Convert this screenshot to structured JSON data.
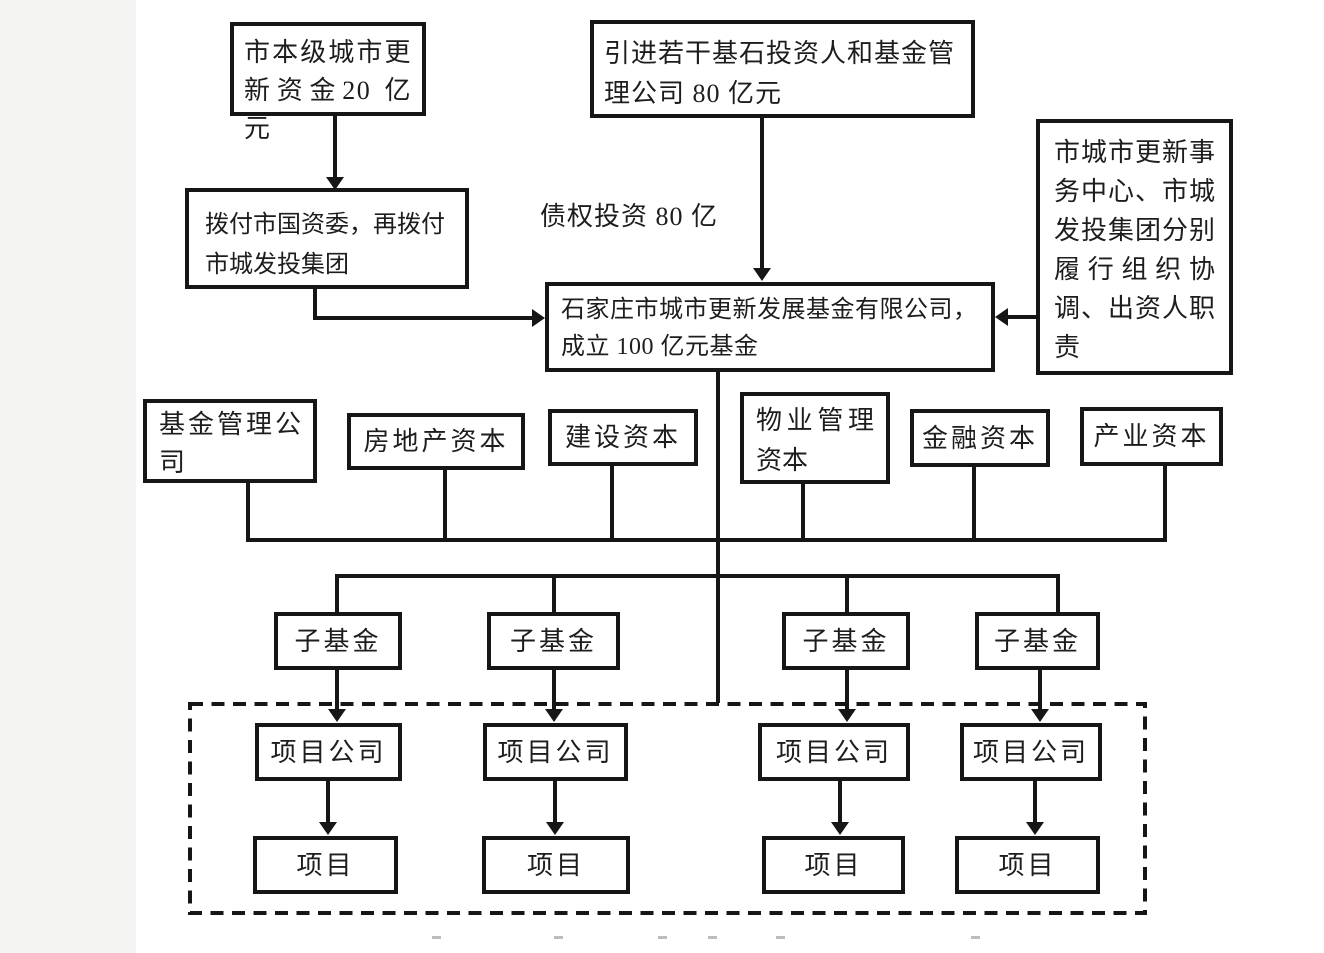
{
  "nodes": {
    "municipal_fund": "市本级城市更新资金20 亿元",
    "cornerstone_investors": "引进若干基石投资人和基金管理公司 80 亿元",
    "coordination_duties": "市城市更新事务中心、市城发投集团分别履行组织协调、出资人职责",
    "allocation": "拨付市国资委，再拨付市城发投集团",
    "fund_company": "石家庄市城市更新发展基金有限公司，成立 100 亿元基金",
    "debt_label": "债权投资 80 亿",
    "capitals": [
      "基金管理公司",
      "房地产资本",
      "建设资本",
      "物业管理资本",
      "金融资本",
      "产业资本"
    ],
    "subfunds": [
      "子基金",
      "子基金",
      "子基金",
      "子基金"
    ],
    "project_companies": [
      "项目公司",
      "项目公司",
      "项目公司",
      "项目公司"
    ],
    "projects": [
      "项目",
      "项目",
      "项目",
      "项目"
    ]
  },
  "colors": {
    "line": "#161616",
    "text": "#1d1d1d",
    "background": "#ffffff"
  }
}
